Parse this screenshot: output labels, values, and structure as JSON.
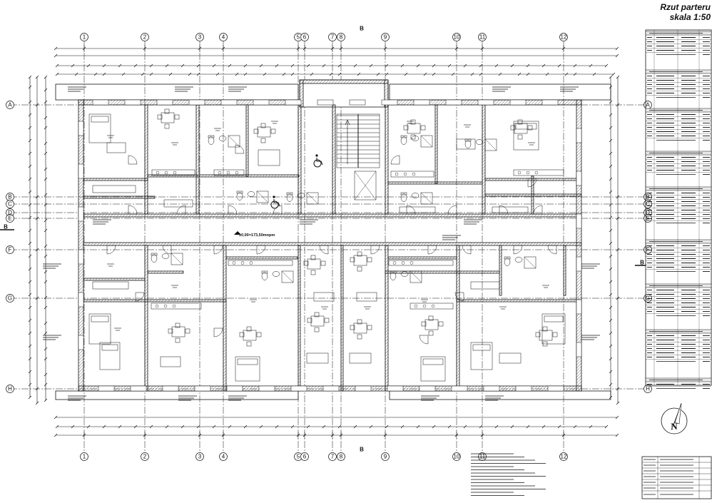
{
  "sheet": {
    "title_line1": "Rzut parteru",
    "title_line2": "skala 1:50",
    "level_label": "±0,00=173,50mnpm",
    "north_label": "N"
  },
  "grid_axes": {
    "columns": [
      "1",
      "2",
      "3",
      "4",
      "5",
      "6",
      "7",
      "8",
      "9",
      "10",
      "11",
      "12"
    ],
    "rows": [
      "A",
      "B",
      "C",
      "D",
      "E",
      "F",
      "G",
      "H"
    ],
    "section_label": "B"
  },
  "colors": {
    "ink": "#111111",
    "paper": "#ffffff",
    "wall_hatch": "#6a6a6a"
  },
  "icons": [
    "north-arrow-icon",
    "wheelchair-icon"
  ]
}
